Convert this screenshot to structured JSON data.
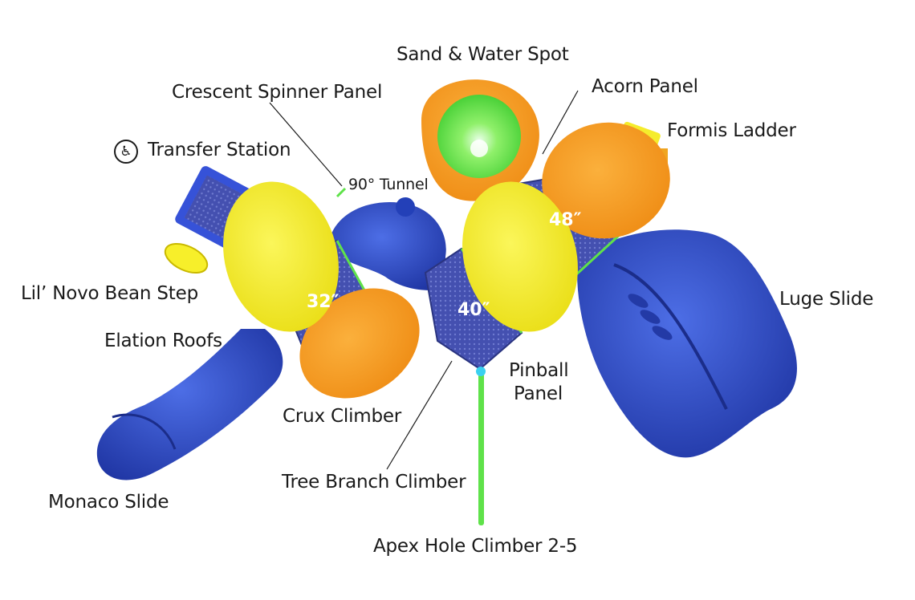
{
  "labels": {
    "sand_water": "Sand & Water Spot",
    "acorn": "Acorn Panel",
    "crescent": "Crescent Spinner Panel",
    "formis": "Formis Ladder",
    "transfer": "Transfer Station",
    "tunnel": "90° Tunnel",
    "bean_step": "Lil’ Novo Bean Step",
    "luge": "Luge Slide",
    "elation": "Elation Roofs",
    "pinball_1": "Pinball",
    "pinball_2": "Panel",
    "crux": "Crux Climber",
    "tree_branch": "Tree Branch Climber",
    "monaco": "Monaco Slide",
    "apex": "Apex Hole Climber 2-5"
  },
  "decks": {
    "deck_32": "32″",
    "deck_40": "40″",
    "deck_48": "48″"
  },
  "icons": {
    "accessibility": "wheelchair-icon"
  },
  "colors": {
    "slide_blue": "#2f4fc4",
    "roof_yellow": "#f2ec1e",
    "roof_orange": "#f79a1e",
    "accent_green": "#5fe24a",
    "deck_blue": "#3b48a8"
  }
}
